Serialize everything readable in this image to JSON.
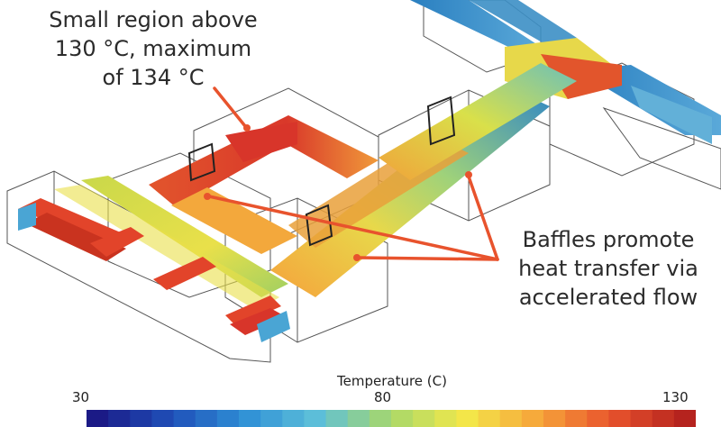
{
  "annotations": {
    "top_note": [
      "Small region above",
      "130 °C, maximum",
      "of 134 °C"
    ],
    "right_note": [
      "Baffles promote",
      "heat transfer via",
      "accelerated flow"
    ]
  },
  "legend": {
    "title": "Temperature (C)",
    "min_label": "30",
    "mid_label": "80",
    "max_label": "130",
    "min": 30,
    "max": 130,
    "steps": 28,
    "stops": [
      "#1b1a86",
      "#1f4fb8",
      "#2f8fd6",
      "#5ec0d9",
      "#a8d86a",
      "#f3e84a",
      "#f6a53a",
      "#e8532d",
      "#b5231e"
    ]
  },
  "colors": {
    "arrow": "#e8532d",
    "outline": "#444444",
    "hot": "#e2442a",
    "warm": "#f5a23c",
    "mid": "#d8df45",
    "cool": "#3a8fc7"
  }
}
